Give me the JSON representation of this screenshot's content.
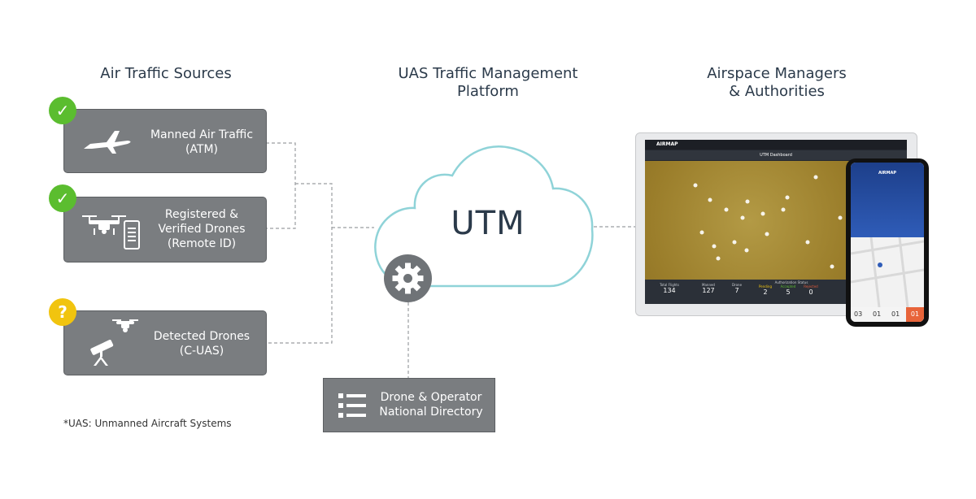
{
  "headings": {
    "sources": "Air Traffic Sources",
    "platform_line1": "UAS Traffic Management",
    "platform_line2": "Platform",
    "authorities_line1": "Airspace Managers",
    "authorities_line2": "& Authorities"
  },
  "sources": [
    {
      "line1": "Manned Air Traffic",
      "line2": "(ATM)",
      "status": "verified"
    },
    {
      "line1": "Registered &",
      "line2": "Verified Drones",
      "line3": "(Remote ID)",
      "status": "verified"
    },
    {
      "line1": "Detected Drones",
      "line2": "(C-UAS)",
      "status": "unknown"
    }
  ],
  "badges": {
    "check": "✓",
    "question": "?"
  },
  "cloud": {
    "label": "UTM"
  },
  "directory": {
    "line1": "Drone & Operator",
    "line2": "National Directory"
  },
  "footnote": "*UAS: Unmanned Aircraft Systems",
  "dashboard": {
    "app": "AIRMAP",
    "title": "UTM Dashboard",
    "auth_status": "Authorization Status",
    "stats": [
      {
        "label": "Total Flights",
        "value": "134"
      },
      {
        "label": "Manned",
        "value": "127"
      },
      {
        "label": "Drone",
        "value": "7"
      },
      {
        "label": "Pending",
        "value": "2"
      },
      {
        "label": "Accepted",
        "value": "5"
      },
      {
        "label": "Rejected",
        "value": "0"
      }
    ]
  },
  "phone": {
    "app": "AIRMAP",
    "bottom_values": [
      "03",
      "01",
      "01",
      "01"
    ]
  },
  "colors": {
    "box": "#7a7d80",
    "check": "#5bbd2f",
    "question": "#f1c40f",
    "cloud_stroke": "#8fd3d8",
    "gear_circle": "#6f7377",
    "map": "#9a7d2a"
  },
  "icons": [
    "airplane-icon",
    "drone-icon",
    "tablet-list-icon",
    "drone-small-icon",
    "telescope-icon",
    "gear-icon",
    "list-icon"
  ]
}
